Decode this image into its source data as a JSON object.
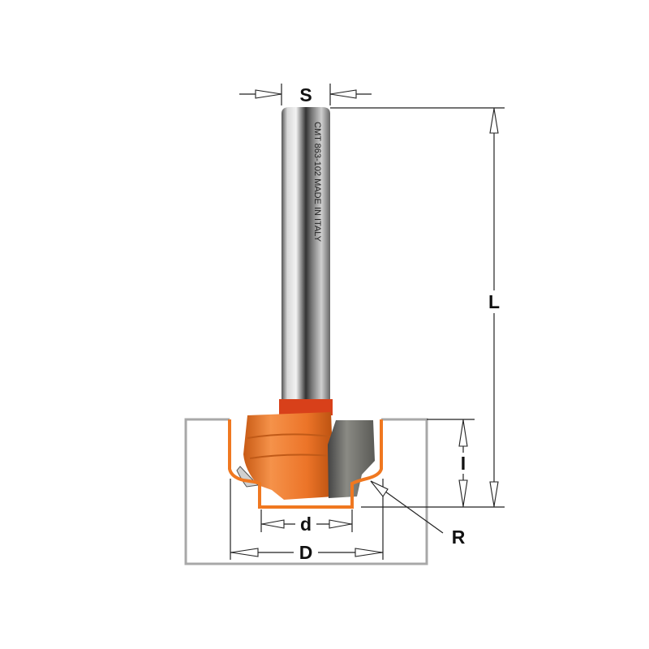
{
  "labels": {
    "shank_diameter": "S",
    "total_length": "L",
    "cutting_height": "I",
    "inner_diameter": "d",
    "outer_diameter": "D",
    "radius": "R"
  },
  "shank_marking": "CMT 863-102 MADE IN ITALY",
  "colors": {
    "cutter_body": "#ee7a2a",
    "profile_line": "#f07820",
    "workpiece_outline": "#a8a8a8",
    "carbide_blade": "#6a6a66",
    "shank": "#9a9a9a"
  }
}
